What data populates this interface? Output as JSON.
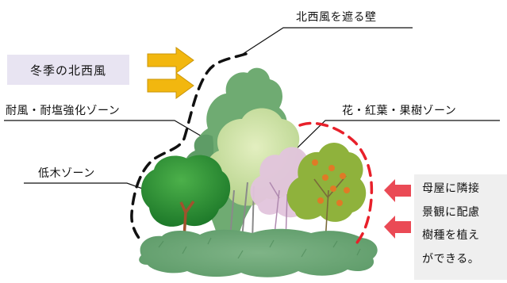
{
  "labels": {
    "wall": "北西風を遮る壁",
    "winter_wind": "冬季の北西風",
    "wind_salt_zone": "耐風・耐塩強化ゾーン",
    "flower_zone": "花・紅葉・果樹ゾーン",
    "shrub_zone": "低木ゾーン"
  },
  "note": {
    "lines": [
      "母屋に隣接",
      "景観に配慮",
      "樹種を植え",
      "ができる。"
    ]
  },
  "colors": {
    "wind_arrow": "#f2b70f",
    "note_arrow": "#ea4a55",
    "fruit_line": "#e8202a",
    "winter_box": "#e8e4f2",
    "note_box": "#efefef"
  }
}
